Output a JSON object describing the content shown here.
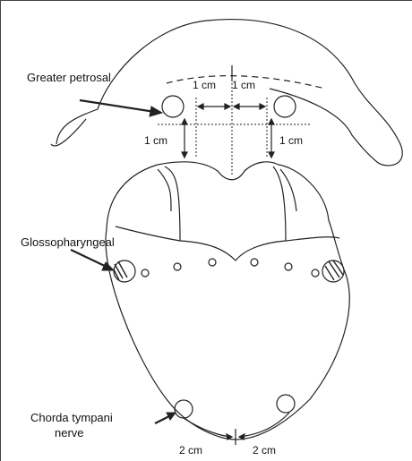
{
  "labels": {
    "greater_petrosal": "Greater petrosal",
    "glossopharyngeal": "Glossopharyngeal",
    "chorda_tympani_line1": "Chorda tympani",
    "chorda_tympani_line2": "nerve"
  },
  "measurements": {
    "top_left_horizontal": "1 cm",
    "top_right_horizontal": "1 cm",
    "top_left_vertical": "1 cm",
    "top_right_vertical": "1 cm",
    "bottom_left": "2 cm",
    "bottom_right": "2 cm"
  },
  "colors": {
    "line": "#222222",
    "text": "#111111"
  }
}
